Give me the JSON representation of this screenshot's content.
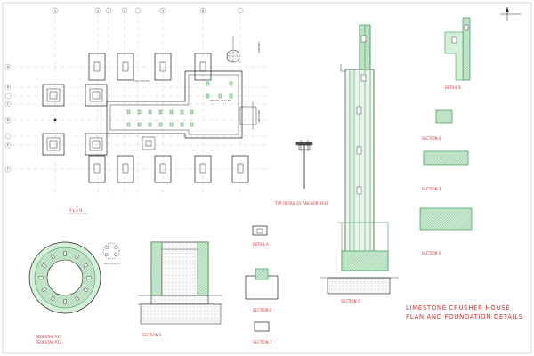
{
  "drawing": {
    "title_line1": "LIMESTONE CRUSHER HOUSE",
    "title_line2": "PLAN AND FOUNDATION DETAILS",
    "colors": {
      "label": "#d03030",
      "linework": "#222222",
      "hatch": "#1a8a3a",
      "grid": "#a8a8a8"
    }
  },
  "grid": {
    "columns": [
      "1",
      "2",
      "3",
      "4",
      "5",
      "6"
    ],
    "rows": [
      "A",
      "B",
      "C",
      "D",
      "E",
      "F"
    ]
  },
  "labels": {
    "plan": "P L A N",
    "detail_anchor_bolt": "TYP. DETAIL OF ANCHOR BOLT",
    "detail_a": "DETAIL A",
    "detail_b": "DETAIL B",
    "section_1": "SECTION 1",
    "section_2": "SECTION 2",
    "section_3": "SECTION 3",
    "section_4": "SECTION 4",
    "section_5": "SECTION 5",
    "section_6": "SECTION 6",
    "section_7": "SECTION 7",
    "bolt_pattern": "ON 4 BOLTS",
    "pedestal_1": "PEDESTAL P13",
    "pedestal_2": "PEDESTAL P13",
    "pulley_1": "TAIL PULLEY",
    "pulley_2": "DR TAIL PULLEY",
    "chimney": "CHIMNEY",
    "crusher": "CRUSHER"
  }
}
